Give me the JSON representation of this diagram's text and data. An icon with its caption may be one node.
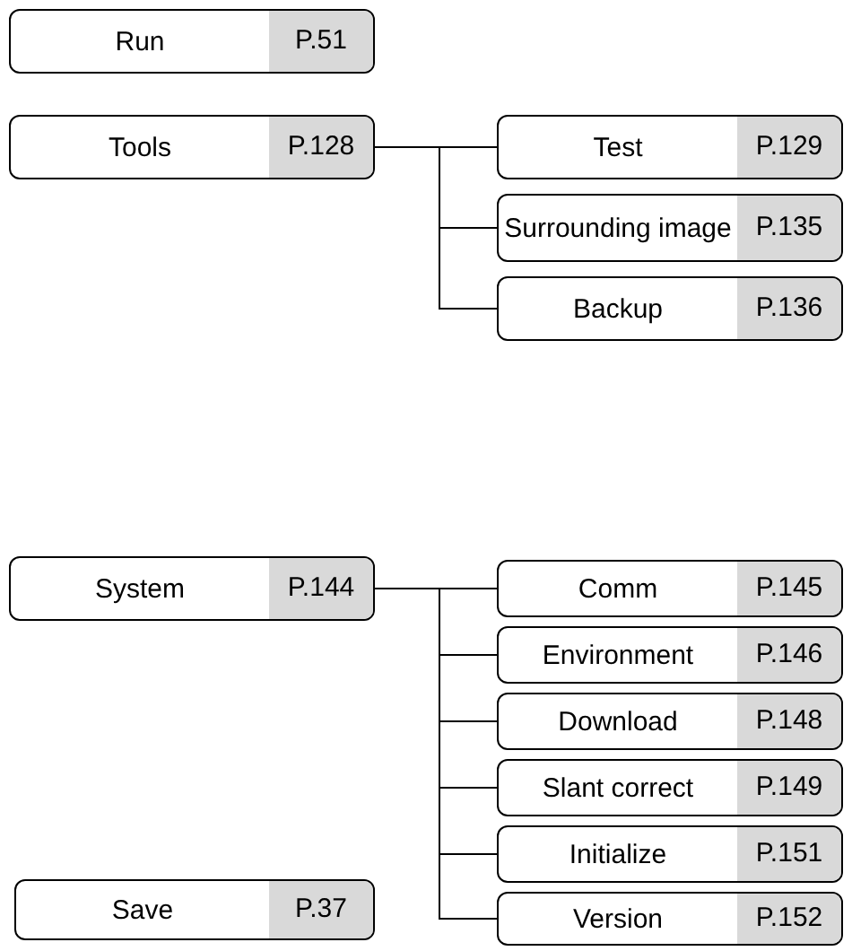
{
  "diagram": {
    "nodes": [
      {
        "text": [
          "Run",
          "P.51"
        ]
      },
      {
        "text": [
          "Tools",
          "P.128"
        ]
      },
      {
        "text": [
          "Test",
          "P.129"
        ]
      },
      {
        "text": [
          "Surrounding image",
          "P.135"
        ]
      },
      {
        "text": [
          "Backup",
          "P.136"
        ]
      },
      {
        "text": [
          "System",
          "P.144"
        ]
      },
      {
        "text": [
          "Comm",
          "P.145"
        ]
      },
      {
        "text": [
          "Environment",
          "P.146"
        ]
      },
      {
        "text": [
          "Download",
          "P.148"
        ]
      },
      {
        "text": [
          "Slant correct",
          "P.149"
        ]
      },
      {
        "text": [
          "Initialize",
          "P.151"
        ]
      },
      {
        "text": [
          "Version",
          "P.152"
        ]
      },
      {
        "text": [
          "Save",
          "P.37"
        ]
      }
    ],
    "edges": [
      {
        "from": 1,
        "to": 2,
        "arrow": "none"
      },
      {
        "from": 1,
        "to": 3,
        "arrow": "none"
      },
      {
        "from": 1,
        "to": 4,
        "arrow": "none"
      },
      {
        "from": 5,
        "to": 6,
        "arrow": "none"
      },
      {
        "from": 5,
        "to": 7,
        "arrow": "none"
      },
      {
        "from": 5,
        "to": 8,
        "arrow": "none"
      },
      {
        "from": 5,
        "to": 9,
        "arrow": "none"
      },
      {
        "from": 5,
        "to": 10,
        "arrow": "none"
      },
      {
        "from": 5,
        "to": 11,
        "arrow": "none"
      }
    ]
  }
}
